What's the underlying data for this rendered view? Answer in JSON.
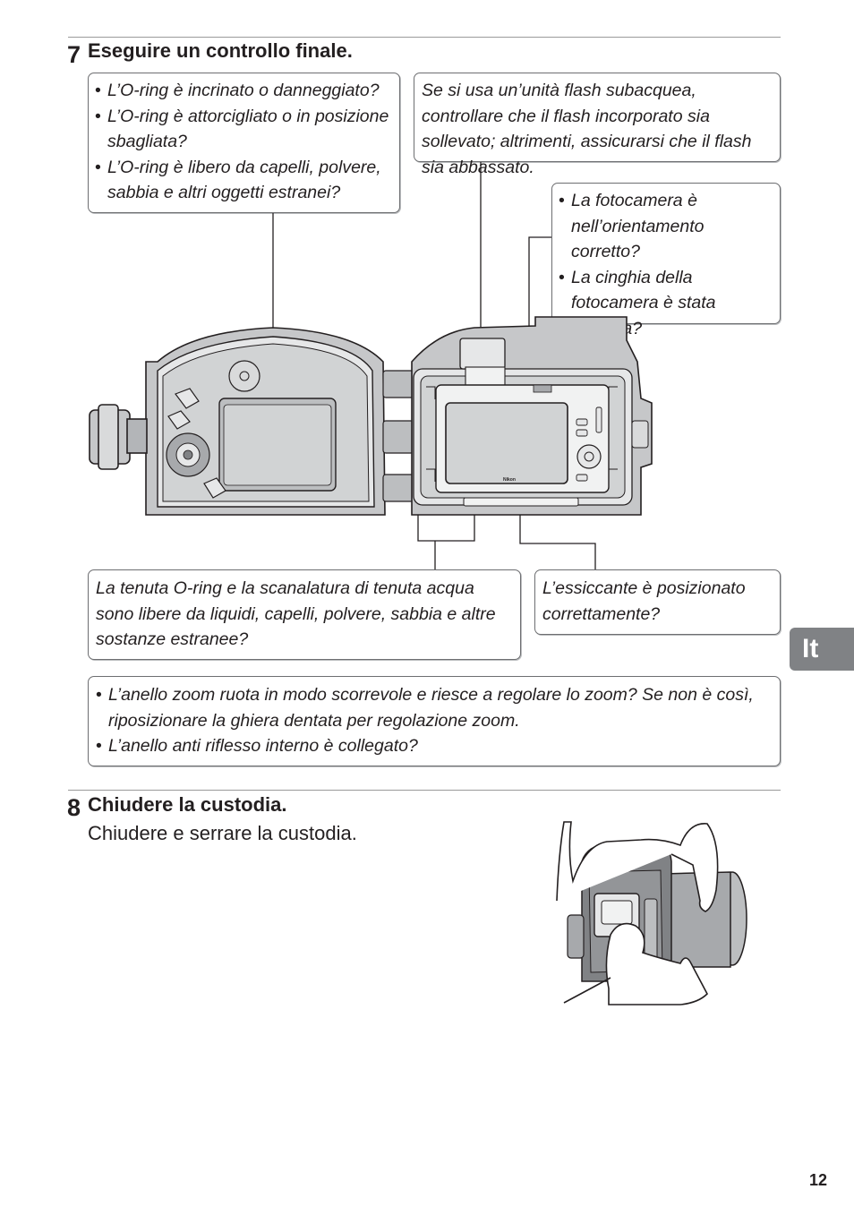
{
  "step7": {
    "number": "7",
    "title": "Eseguire un controllo finale."
  },
  "callouts": {
    "oring_check": {
      "items": [
        "L’O-ring è incrinato o danneggiato?",
        "L’O-ring è attorcigliato o in posizione sbagliata?",
        "L’O-ring è libero da capelli, polvere, sabbia e altri oggetti estranei?"
      ]
    },
    "flash": {
      "text": "Se si usa un’unità flash subacquea, controllare che il flash incorporato sia sollevato; altrimenti, assicurarsi che il flash sia abbassato."
    },
    "camera_orientation": {
      "items": [
        "La fotocamera è nell’orientamento corretto?",
        "La cinghia della fotocamera è stata rimossa?"
      ]
    },
    "seal": {
      "text": "La tenuta O-ring e la scanalatura di tenuta acqua sono libere da liquidi, capelli, polvere, sabbia e altre sostanze estranee?"
    },
    "desiccant": {
      "text": "L’essiccante è posizionato correttamente?"
    },
    "zoom": {
      "items": [
        "L’anello zoom ruota in modo scorrevole e riesce a regolare lo zoom? Se non è così, riposizionare la ghiera dentata per regolazione zoom.",
        "L’anello anti riflesso interno è collegato?"
      ]
    }
  },
  "illustration_housing": {
    "brand_mark": "Nikon"
  },
  "step8": {
    "number": "8",
    "title": "Chiudere la custodia.",
    "text": "Chiudere e serrare la custodia."
  },
  "side_tab": {
    "label": "It"
  },
  "footer": {
    "page_number": "12"
  }
}
